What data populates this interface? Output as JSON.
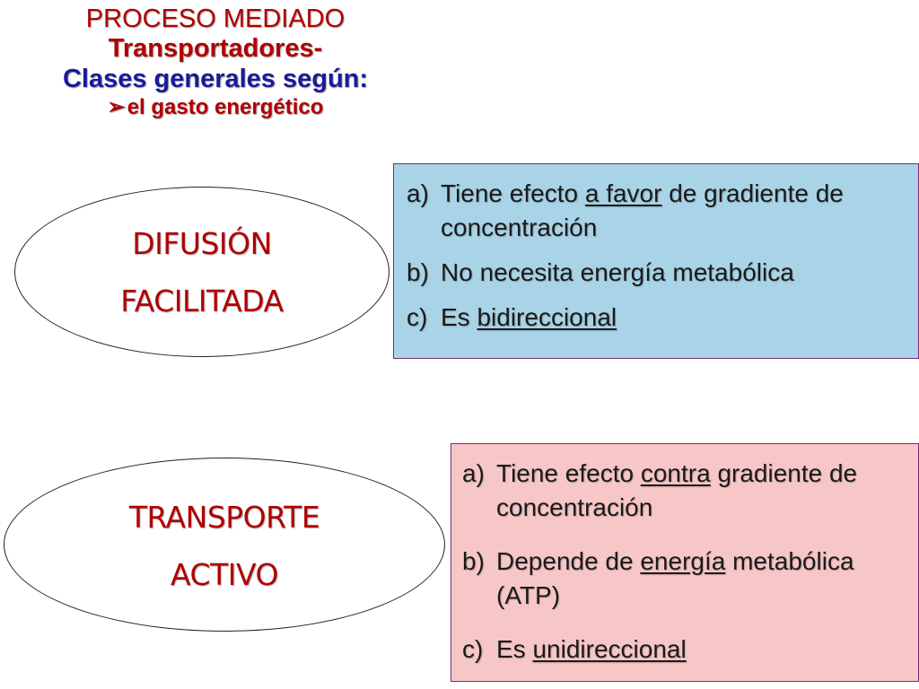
{
  "title": {
    "line1": "PROCESO MEDIADO",
    "line2": "Transportadores-",
    "line3": "Clases generales según:",
    "bullet": "➢",
    "line4": "el gasto energético"
  },
  "shape1": {
    "label_line1": "DIFUSIÓN",
    "label_line2": "FACILITADA"
  },
  "shape2": {
    "label_line1": "TRANSPORTE",
    "label_line2": "ACTIVO"
  },
  "box1": {
    "items": [
      {
        "mark": "a)",
        "pre": "Tiene efecto ",
        "emph": "a favor",
        "post": " de gradiente de concentración"
      },
      {
        "mark": "b)",
        "pre": "No necesita energía metabólica",
        "emph": "",
        "post": ""
      },
      {
        "mark": "c)",
        "pre": "Es ",
        "emph": "bidireccional",
        "post": ""
      }
    ],
    "bg_color": "#a9d3e6"
  },
  "box2": {
    "items": [
      {
        "mark": "a)",
        "pre": "Tiene efecto ",
        "emph": "contra",
        "post": " gradiente de concentración"
      },
      {
        "mark": "b)",
        "pre": "Depende de ",
        "emph": "energía",
        "post": " metabólica (ATP)"
      },
      {
        "mark": "c)",
        "pre": "Es ",
        "emph": "unidireccional",
        "post": ""
      }
    ],
    "bg_color": "#f7c6c6"
  }
}
